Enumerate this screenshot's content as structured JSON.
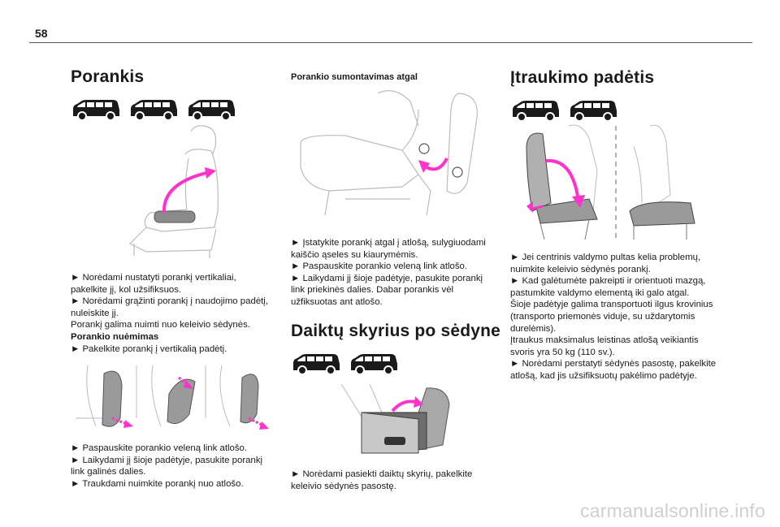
{
  "page_number": "58",
  "col1": {
    "heading": "Porankis",
    "body": [
      {
        "text": "► Norėdami nustatyti porankį vertikaliai, pakelkite jį, kol užsifiksuos.",
        "bold": false
      },
      {
        "text": "► Norėdami grąžinti porankį į naudojimo padėtį, nuleiskite jį.",
        "bold": false
      },
      {
        "text": "Porankį galima nuimti nuo keleivio sėdynės.",
        "bold": false
      },
      {
        "text": "Porankio nuėmimas",
        "bold": true
      },
      {
        "text": "► Pakelkite porankį į vertikalią padėtį.",
        "bold": false
      }
    ],
    "body2": [
      "► Paspauskite porankio veleną link atlošo.",
      "► Laikydami jį šioje padėtyje, pasukite porankį link galinės dalies.",
      "► Traukdami nuimkite porankį nuo atlošo."
    ]
  },
  "col2": {
    "subheading": "Porankio sumontavimas atgal",
    "body": [
      "► Įstatykite porankį atgal į atlošą, sulygiuodami kaiščio ąseles su kiaurymėmis.",
      "► Paspauskite porankio veleną link atlošo.",
      "► Laikydami jį šioje padėtyje, pasukite porankį link priekinės dalies. Dabar porankis vėl užfiksuotas ant atlošo."
    ],
    "heading2": "Daiktų skyrius po sėdyne",
    "body2": [
      "► Norėdami pasiekti daiktų skyrių, pakelkite keleivio sėdynės pasostę."
    ]
  },
  "col3": {
    "heading": "Įtraukimo padėtis",
    "body": [
      "► Jei centrinis valdymo pultas kelia problemų, nuimkite keleivio sėdynės porankį.",
      "► Kad galėtumėte pakreipti ir orientuoti mazgą, pastumkite valdymo elementą iki galo atgal.",
      "Šioje padėtyje galima transportuoti ilgus krovinius (transporto priemonės viduje, su uždarytomis durelėmis).",
      "Įtraukus maksimalus leistinas atlošą veikiantis svoris yra 50 kg (110 sv.).",
      "► Norėdami perstatyti sėdynės pasostę, pakelkite atlošą, kad jis užsifiksuotų pakėlimo padėtyje."
    ]
  },
  "footer": "carmanualsonline.info",
  "colors": {
    "accent": "#ff33cc",
    "van": "#1a1a1a",
    "line": "#b8b8b8"
  }
}
